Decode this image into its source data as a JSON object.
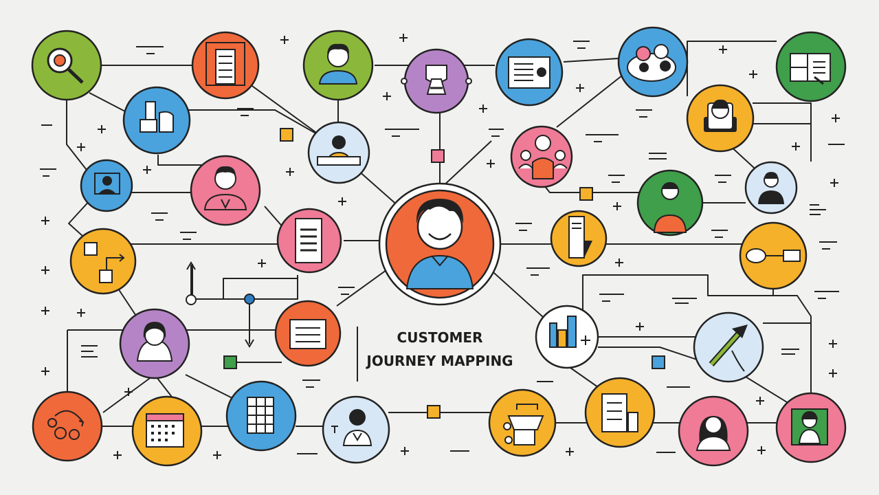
{
  "title": {
    "line1": "CUSTOMER",
    "line2": "JOURNEY MAPPING"
  },
  "colors": {
    "background": "#f1f1ef",
    "stroke": "#222222",
    "orange": "#f0693a",
    "green": "#8bb83a",
    "purple": "#b584c6",
    "blue": "#4aa3dd",
    "lightblue": "#d7e7f5",
    "yellow": "#f6b12a",
    "pink": "#ef7b96",
    "darkgreen": "#3f9f4a",
    "skin": "#ffffff"
  },
  "nodes": [
    {
      "id": "search",
      "color": "orange_green",
      "icon": "magnifier-icon"
    },
    {
      "id": "document-stack",
      "color": "orange",
      "icon": "document-icon"
    },
    {
      "id": "person-top",
      "color": "green",
      "icon": "person-icon"
    },
    {
      "id": "trophy",
      "color": "purple",
      "icon": "trophy-icon"
    },
    {
      "id": "presentation",
      "color": "blue",
      "icon": "presentation-icon"
    },
    {
      "id": "chat-group",
      "color": "blue",
      "icon": "chat-icon"
    },
    {
      "id": "board",
      "color": "darkgreen",
      "icon": "board-icon"
    },
    {
      "id": "buildings",
      "color": "blue",
      "icon": "building-icon"
    },
    {
      "id": "person-desk",
      "color": "lightblue",
      "icon": "desk-person-icon"
    },
    {
      "id": "team",
      "color": "pink",
      "icon": "team-icon"
    },
    {
      "id": "person-sofa",
      "color": "yellow",
      "icon": "sofa-person-icon"
    },
    {
      "id": "person-box",
      "color": "blue",
      "icon": "box-person-icon"
    },
    {
      "id": "person-pink",
      "color": "pink",
      "icon": "person-icon"
    },
    {
      "id": "person-green",
      "color": "darkgreen",
      "icon": "person-icon"
    },
    {
      "id": "person-light",
      "color": "lightblue",
      "icon": "person-icon"
    },
    {
      "id": "list-doc",
      "color": "pink",
      "icon": "list-icon"
    },
    {
      "id": "center-customer",
      "color": "orange",
      "icon": "customer-icon"
    },
    {
      "id": "mobile",
      "color": "yellow",
      "icon": "phone-icon"
    },
    {
      "id": "flowchart",
      "color": "yellow",
      "icon": "flow-icon"
    },
    {
      "id": "key-flow",
      "color": "yellow",
      "icon": "key-icon"
    },
    {
      "id": "person-purple",
      "color": "purple",
      "icon": "person-icon"
    },
    {
      "id": "form",
      "color": "orange",
      "icon": "form-icon"
    },
    {
      "id": "bar-chart",
      "color": "white",
      "icon": "chart-icon"
    },
    {
      "id": "pen",
      "color": "lightblue",
      "icon": "pen-icon"
    },
    {
      "id": "gears",
      "color": "orange",
      "icon": "gears-icon"
    },
    {
      "id": "calendar",
      "color": "yellow",
      "icon": "calendar-icon"
    },
    {
      "id": "spreadsheet",
      "color": "blue",
      "icon": "spreadsheet-icon"
    },
    {
      "id": "person-support",
      "color": "lightblue",
      "icon": "support-icon"
    },
    {
      "id": "cart",
      "color": "orange",
      "icon": "cart-icon"
    },
    {
      "id": "checklist",
      "color": "yellow",
      "icon": "checklist-icon"
    },
    {
      "id": "woman",
      "color": "pink",
      "icon": "woman-icon"
    },
    {
      "id": "portrait",
      "color": "pink",
      "icon": "portrait-icon"
    }
  ]
}
